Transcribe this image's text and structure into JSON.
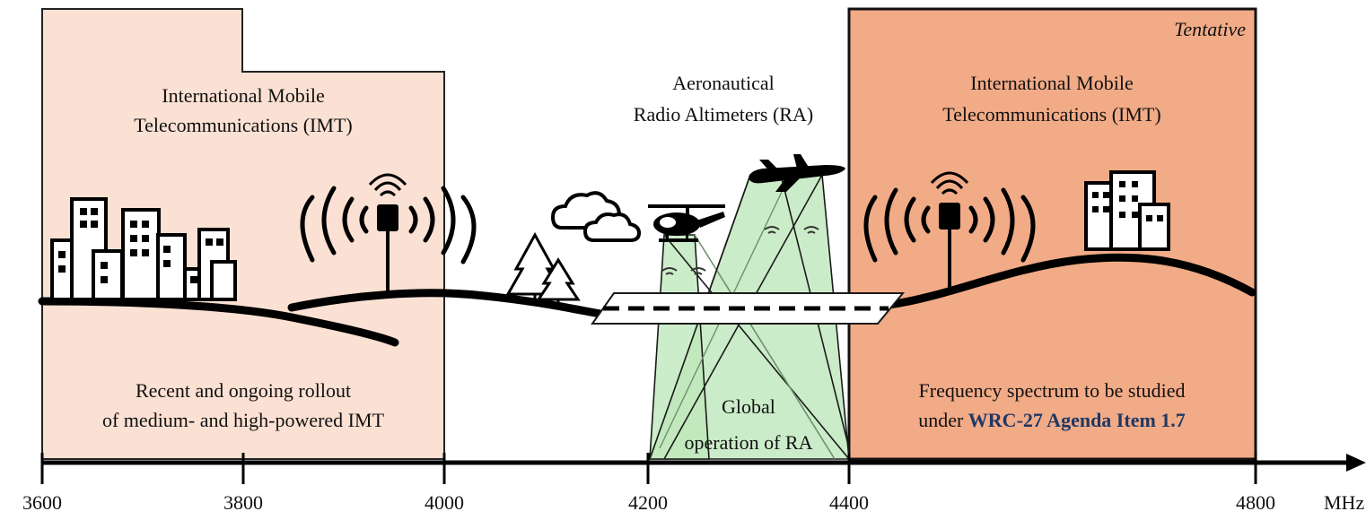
{
  "axis": {
    "ticks": [
      "3600",
      "3800",
      "4000",
      "4200",
      "4400",
      "4800"
    ],
    "unit": "MHz"
  },
  "left_region": {
    "title_line1": "International Mobile",
    "title_line2": "Telecommunications (IMT)",
    "note_line1": "Recent and ongoing rollout",
    "note_line2": "of medium- and high-powered IMT",
    "fill": "#fbe1d3"
  },
  "middle_region": {
    "title_line1": "Aeronautical",
    "title_line2": "Radio Altimeters (RA)",
    "note_line1": "Global",
    "note_line2": "operation of RA",
    "fill": "#c9ecc6"
  },
  "right_region": {
    "tag": "Tentative",
    "title_line1": "International Mobile",
    "title_line2": "Telecommunications (IMT)",
    "note_line1": "Frequency spectrum to be studied",
    "note_line2_prefix": "under",
    "note_line2_highlight": "WRC-27 Agenda Item 1.7",
    "fill": "#f2ab87",
    "highlight_color": "#1f3864"
  },
  "icons": [
    "city-buildings-icon",
    "cell-tower-icon",
    "trees-icon",
    "clouds-icon",
    "helicopter-icon",
    "airplane-icon",
    "runway-icon",
    "radio-waves-icon"
  ]
}
